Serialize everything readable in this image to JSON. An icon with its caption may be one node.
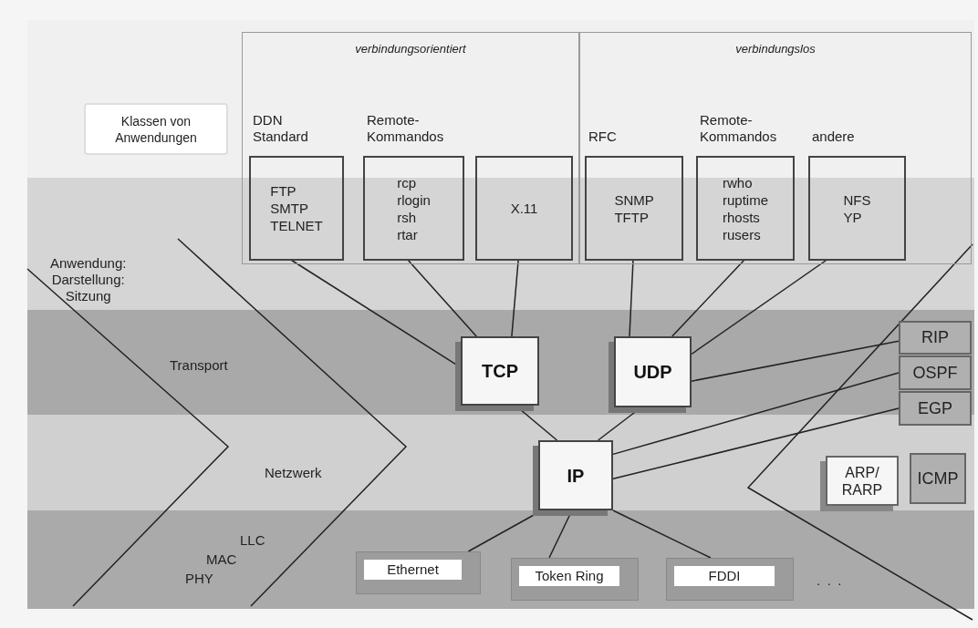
{
  "diagram": {
    "nodes": [
      {
        "text": [
          "verbindungsorientiert"
        ]
      },
      {
        "text": [
          "verbindungslos"
        ]
      },
      {
        "text": [
          "DDN Standard",
          "FTP SMTP TELNET"
        ],
        "in": 0
      },
      {
        "text": [
          "Remote-Kommandos",
          "rcp rlogin rsh rtar"
        ],
        "in": 0
      },
      {
        "text": [
          "X.11"
        ],
        "in": 0
      },
      {
        "text": [
          "RFC",
          "SNMP TFTP"
        ],
        "in": 1
      },
      {
        "text": [
          "Remote-Kommandos",
          "rwho ruptime rhosts rusers"
        ],
        "in": 1
      },
      {
        "text": [
          "andere",
          "NFS YP"
        ],
        "in": 1
      },
      {
        "text": [
          "Klassen von Anwendungen"
        ]
      },
      {
        "text": [
          "TCP"
        ]
      },
      {
        "text": [
          "UDP"
        ]
      },
      {
        "text": [
          "IP"
        ]
      },
      {
        "text": [
          "RIP"
        ]
      },
      {
        "text": [
          "OSPF"
        ]
      },
      {
        "text": [
          "EGP"
        ]
      },
      {
        "text": [
          "ARP/ RARP"
        ]
      },
      {
        "text": [
          "ICMP"
        ]
      },
      {
        "text": [
          "Ethernet"
        ]
      },
      {
        "text": [
          "Token Ring"
        ]
      },
      {
        "text": [
          "FDDI"
        ]
      }
    ],
    "edges": [
      {
        "from": 2,
        "to": 9,
        "arrow": "none"
      },
      {
        "from": 3,
        "to": 9,
        "arrow": "none"
      },
      {
        "from": 4,
        "to": 9,
        "arrow": "none"
      },
      {
        "from": 5,
        "to": 10,
        "arrow": "none"
      },
      {
        "from": 6,
        "to": 10,
        "arrow": "none"
      },
      {
        "from": 7,
        "to": 10,
        "arrow": "none"
      },
      {
        "from": 12,
        "to": 10,
        "arrow": "none"
      },
      {
        "from": 13,
        "to": 11,
        "arrow": "none"
      },
      {
        "from": 14,
        "to": 11,
        "arrow": "none"
      },
      {
        "from": 9,
        "to": 11,
        "arrow": "none"
      },
      {
        "from": 10,
        "to": 11,
        "arrow": "none"
      },
      {
        "from": 11,
        "to": 17,
        "arrow": "none"
      },
      {
        "from": 11,
        "to": 18,
        "arrow": "none"
      },
      {
        "from": 11,
        "to": 19,
        "arrow": "none"
      }
    ],
    "labels": [
      "Anwendung: Darstellung: Sitzung",
      "Transport",
      "Netzwerk",
      "LLC",
      "MAC",
      "PHY",
      "..."
    ]
  }
}
